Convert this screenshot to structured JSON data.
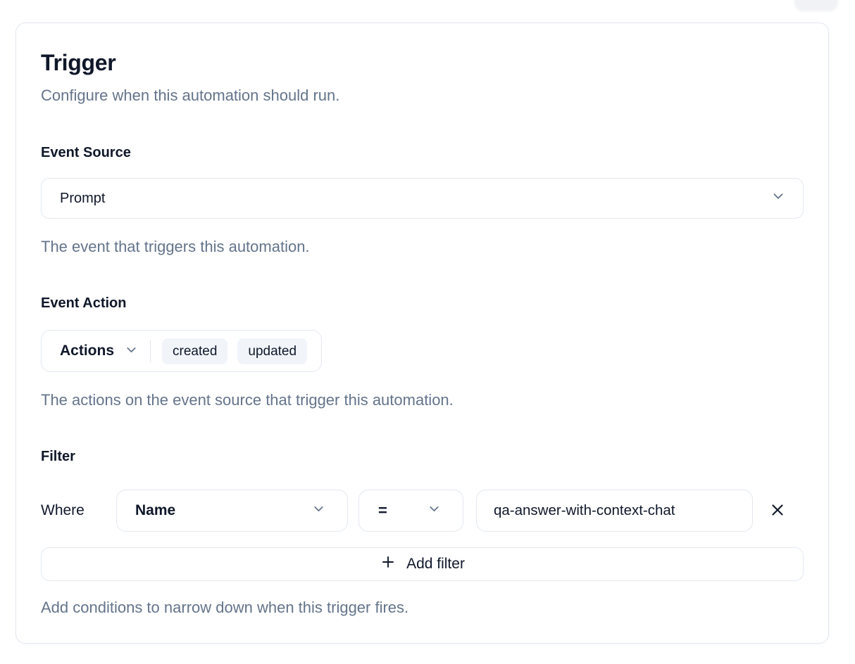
{
  "card": {
    "title": "Trigger",
    "subtitle": "Configure when this automation should run."
  },
  "event_source": {
    "label": "Event Source",
    "value": "Prompt",
    "help": "The event that triggers this automation."
  },
  "event_action": {
    "label": "Event Action",
    "dropdown_label": "Actions",
    "selected": [
      "created",
      "updated"
    ],
    "help": "The actions on the event source that trigger this automation."
  },
  "filter": {
    "label": "Filter",
    "where": "Where",
    "field": "Name",
    "operator": "=",
    "value": "qa-answer-with-context-chat",
    "add_button": "Add filter",
    "help": "Add conditions to narrow down when this trigger fires."
  },
  "colors": {
    "text_primary": "#0f172a",
    "text_muted": "#64748b",
    "border": "#e2e8f0",
    "badge_bg": "#f1f5f9"
  }
}
